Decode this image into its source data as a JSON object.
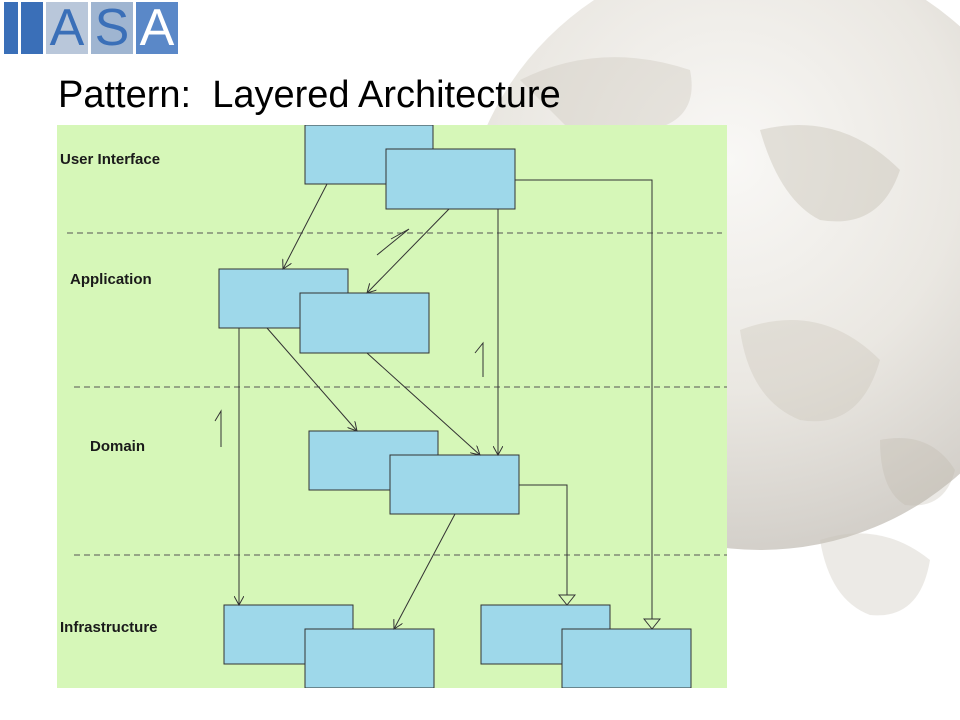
{
  "logo": {
    "letters": [
      "A",
      "S",
      "A"
    ],
    "text": "IASA"
  },
  "slide": {
    "title": "Pattern:  Layered Architecture"
  },
  "diagram": {
    "background_color": "#d6f7b8",
    "box_color": "#9ed8ea",
    "layers": [
      {
        "label": "User Interface"
      },
      {
        "label": "Application"
      },
      {
        "label": "Domain"
      },
      {
        "label": "Infrastructure"
      }
    ],
    "annotations": [
      "1",
      "1"
    ]
  }
}
